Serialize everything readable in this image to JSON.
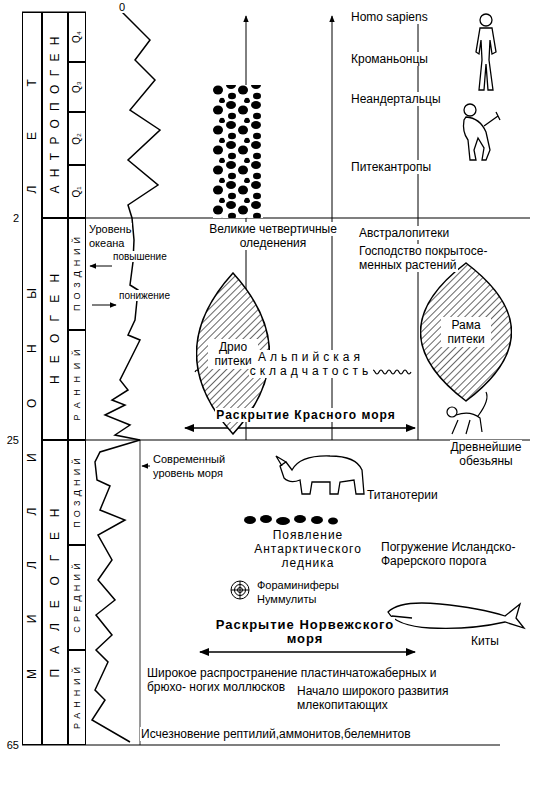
{
  "diagram": {
    "nodes": [
      {
        "text": [
          "МИЛЛИОНЫ ЛЕТ"
        ]
      },
      {
        "text": [
          "АНТРОПОГЕН"
        ]
      },
      {
        "text": [
          "НЕОГЕН"
        ]
      },
      {
        "text": [
          "ПАЛЕОГЕН"
        ]
      },
      {
        "text": [
          "Q₄"
        ]
      },
      {
        "text": [
          "Q₃"
        ]
      },
      {
        "text": [
          "Q₂"
        ]
      },
      {
        "text": [
          "Q₁"
        ]
      },
      {
        "text": [
          "ПОЗДНИЙ"
        ]
      },
      {
        "text": [
          "РАННИЙ"
        ]
      },
      {
        "text": [
          "ПОЗДНИЙ"
        ]
      },
      {
        "text": [
          "СРЕДНИЙ"
        ]
      },
      {
        "text": [
          "РАННИЙ"
        ]
      },
      {
        "text": [
          "Дрио питеки"
        ]
      },
      {
        "text": [
          "Рама питеки"
        ]
      }
    ],
    "labels": [
      "0",
      "2",
      "25",
      "65",
      "Уровень океана",
      "повышение",
      "понижение",
      "Современный уровень моря",
      "Великие четвертичные оледенения",
      "Homo sapiens",
      "Кроманьонцы",
      "Неандертальцы",
      "Питекантропы",
      "Австралопитеки",
      "Господство покрытосе- менных растений",
      "Альпийская складчатость",
      "Раскрытие Красного моря",
      "Древнейшие обезьяны",
      "Титанотерии",
      "Появление Антарктического ледника",
      "Погружение Исландско-Фарерского порога",
      "Фораминиферы Нуммулиты",
      "Раскрытие Норвежского моря",
      "Киты",
      "Широкое распространение пластинчатожаберных и брюхо- ногих моллюсков",
      "Начало широкого развития млекопитающих",
      "Исчезновение рептилий,аммонитов,белемнитов"
    ]
  }
}
